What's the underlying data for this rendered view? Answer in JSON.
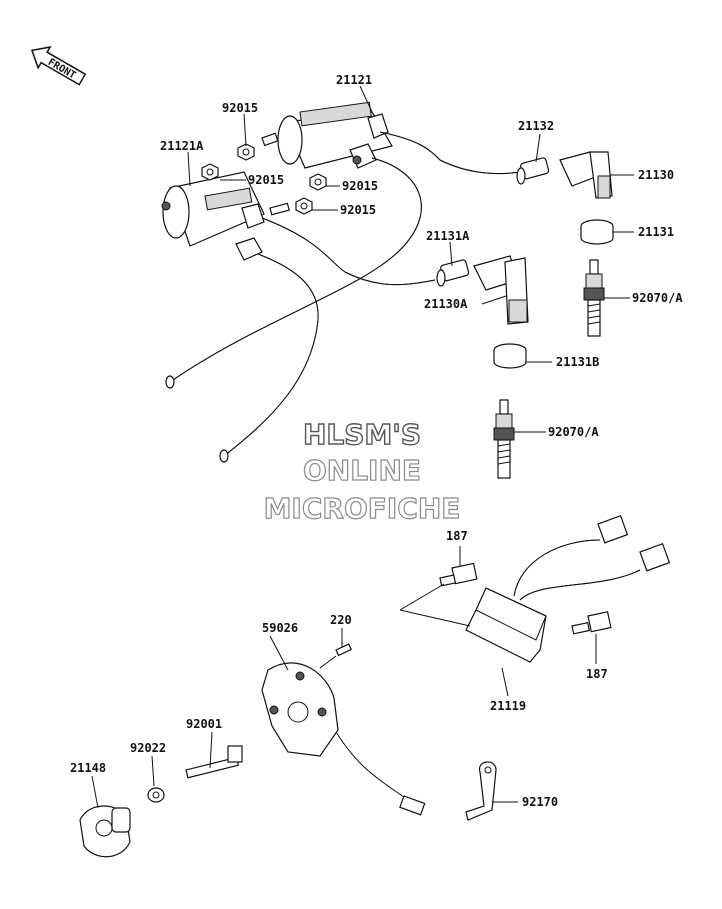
{
  "front_badge": "FRONT",
  "watermark": {
    "line1": "HLSM'S",
    "line2": "ONLINE",
    "line3": "MICROFICHE"
  },
  "labels": {
    "p21121": "21121",
    "p92015_top": "92015",
    "p21121A": "21121A",
    "p92015_left": "92015",
    "p92015_mid1": "92015",
    "p92015_mid2": "92015",
    "p21132": "21132",
    "p21130": "21130",
    "p21131": "21131",
    "p21131A": "21131A",
    "p21130A": "21130A",
    "p92070A_1": "92070/A",
    "p21131B": "21131B",
    "p92070A_2": "92070/A",
    "p187_top": "187",
    "p187_right": "187",
    "p21119": "21119",
    "p59026": "59026",
    "p220": "220",
    "p92001": "92001",
    "p92022": "92022",
    "p21148": "21148",
    "p92170": "92170"
  }
}
